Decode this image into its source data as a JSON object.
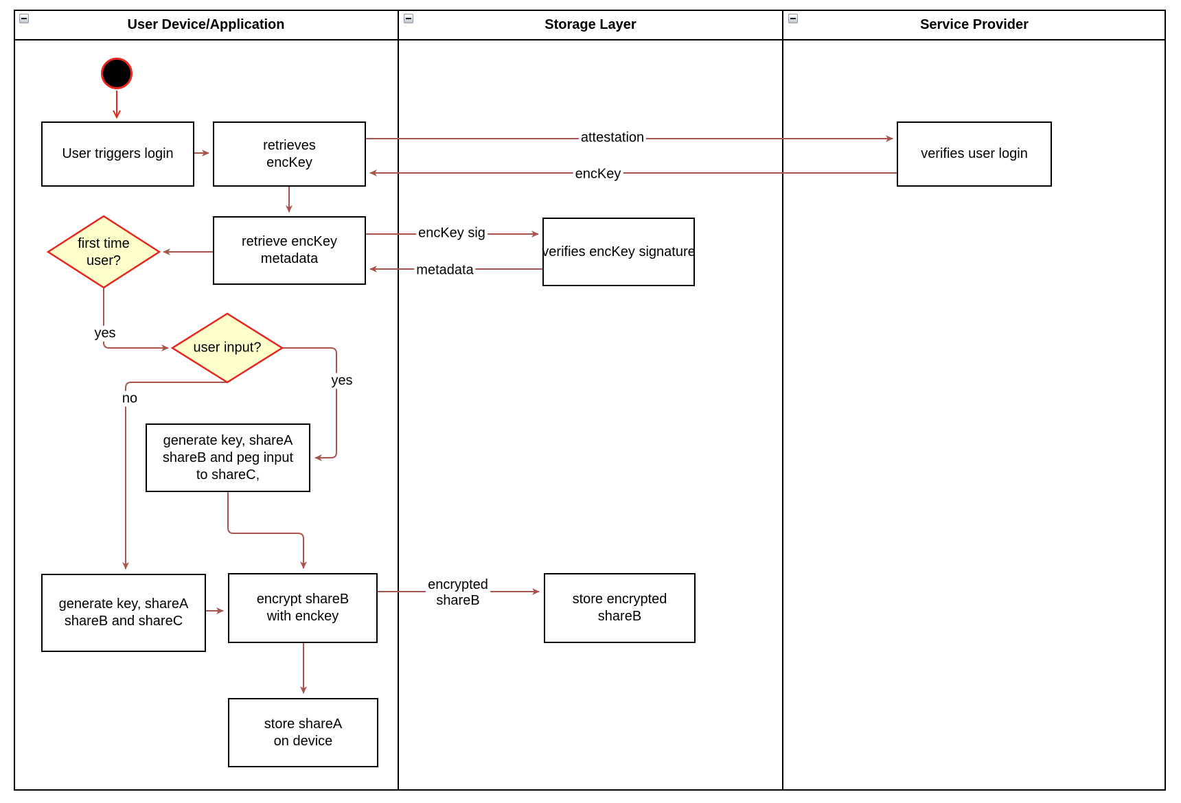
{
  "colors": {
    "bright_red": "#E8251F",
    "muted_red": "#AB544D",
    "diamond_fill": "#FFFFCC",
    "border_black": "#000000"
  },
  "lanes": [
    {
      "title": "User Device/Application",
      "collapse_icon": "minus"
    },
    {
      "title": "Storage Layer",
      "collapse_icon": "minus"
    },
    {
      "title": "Service Provider",
      "collapse_icon": "minus"
    }
  ],
  "nodes": {
    "start": {
      "type": "initial-state"
    },
    "user_triggers_login": {
      "label": "User triggers login"
    },
    "retrieves_enckey": {
      "label": "retrieves\nencKey"
    },
    "verifies_user_login": {
      "label": "verifies user login"
    },
    "retrieve_enckey_metadata": {
      "label": "retrieve encKey\nmetadata"
    },
    "verifies_enckey_signature": {
      "label": "verifies encKey signature"
    },
    "first_time_user": {
      "label": "first time\nuser?"
    },
    "user_input": {
      "label": "user input?"
    },
    "generate_key_peg_input": {
      "label": "generate key, shareA\nshareB and peg input\nto shareC,"
    },
    "generate_key_shares": {
      "label": "generate key, shareA\nshareB and shareC"
    },
    "encrypt_shareb": {
      "label": "encrypt shareB\nwith enckey"
    },
    "store_encrypted_shareb": {
      "label": "store encrypted\nshareB"
    },
    "store_sharea": {
      "label": "store shareA\non device"
    }
  },
  "edge_labels": {
    "attestation": "attestation",
    "enckey": "encKey",
    "enckey_sig": "encKey sig",
    "metadata": "metadata",
    "yes_first_time": "yes",
    "yes_user_input": "yes",
    "no_user_input": "no",
    "encrypted_shareb": "encrypted\nshareB"
  }
}
